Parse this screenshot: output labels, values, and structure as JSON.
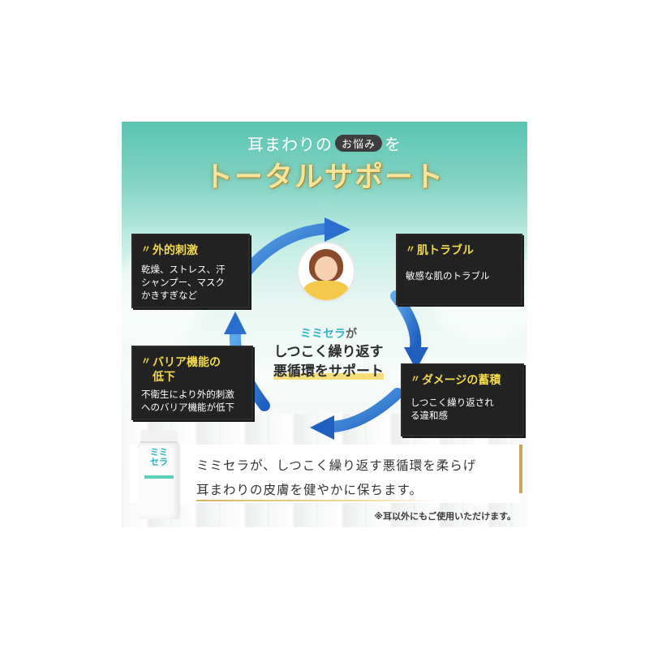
{
  "headline": {
    "line1_prefix": "耳まわりの",
    "line1_pill": "お悩み",
    "line1_suffix": "を",
    "line2": "トータルサポート"
  },
  "boxes": {
    "top_left": {
      "title": "外的刺激",
      "body": "乾燥、ストレス、汗\nシャンプー、マスク\nかきすぎなど"
    },
    "top_right": {
      "title": "肌トラブル",
      "body": "敏感な肌のトラブル"
    },
    "bottom_left": {
      "title": "バリア機能の\n低下",
      "body": "不衛生により外的刺激\nへのバリア機能が低下"
    },
    "bottom_right": {
      "title": "ダメージの蓄積",
      "body": "しつこく繰り返され\nる違和感"
    }
  },
  "center": {
    "brand": "ミミセラ",
    "particle": "が",
    "line2": "しつこく繰り返す",
    "line3": "悪循環をサポート"
  },
  "product": {
    "label_line1": "ミミ",
    "label_line2": "セラ"
  },
  "bottom": {
    "line1": "ミミセラが、しつこく繰り返す悪循環を柔らげ",
    "line2": "耳まわりの皮膚を健やかに保ちます。",
    "note": "※耳以外にもご使用いただけます。"
  },
  "icons": {
    "title_mark": "yellow-emphasis-icon",
    "cycle_arrows": "blue-cycle-arrows-icon"
  },
  "colors": {
    "teal": "#5cc4b2",
    "gold_text": "#f6e59a",
    "box_title": "#f4d94e",
    "box_bg": "#222222",
    "arrow_blue": "#2f6fd0",
    "brand_blue": "#33b5c6",
    "highlight": "#f5dd7a"
  }
}
